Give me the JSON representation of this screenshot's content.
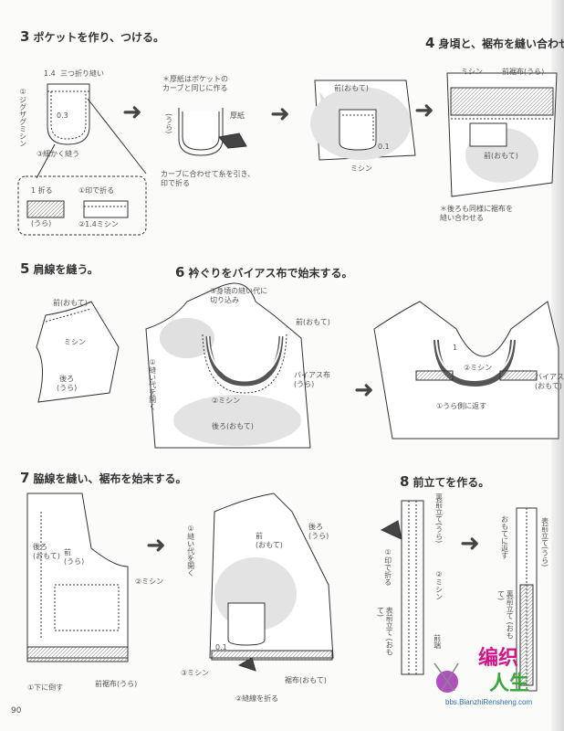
{
  "page_number": "90",
  "steps": [
    {
      "num": "3",
      "title": "ポケットを作り、つける。"
    },
    {
      "num": "4",
      "title": "身頃と、裾布を縫い合わせる"
    },
    {
      "num": "5",
      "title": "肩線を縫う。"
    },
    {
      "num": "6",
      "title": "衿ぐりをバイアス布で始末する。"
    },
    {
      "num": "7",
      "title": "脇線を縫い、裾布を始末する。"
    },
    {
      "num": "8",
      "title": "前立てを作る。"
    }
  ],
  "step3": {
    "fold_three": "三つ折り縫い",
    "dim_14": "1.4",
    "dim_03": "0.3",
    "zigzag": "①ジグザグミシン",
    "fine_sew": "③細かく縫う",
    "cardboard_note": "＊厚紙はポケットの\nカーブと同じに作る",
    "ura": "(うら)",
    "cardboard": "厚紙",
    "pull_thread": "カーブに合わせて糸を引き、\n印で折る",
    "fold_1": "1 折る",
    "fold_mark": "①印で折る",
    "machine_14": "②1.4ミシン",
    "ura2": "(うら)"
  },
  "step3b": {
    "mae": "前(おもて)",
    "dim": "0.1",
    "machine": "ミシン"
  },
  "step4": {
    "machine": "ミシン",
    "hem_ura": "前裾布(うら)",
    "mae": "前(おもて)",
    "note": "＊後ろも同様に裾布を\n縫い合わせる"
  },
  "step5": {
    "mae": "前(おもて)",
    "machine": "ミシン",
    "ushiro": "後ろ\n(うら)"
  },
  "step6": {
    "cut": "③身頃の縫い代に\n切り込み",
    "mae": "前(おもて)",
    "open_seam": "①縫い代を開く",
    "machine": "②ミシン",
    "bias": "バイアス布\n(うら)",
    "ushiro": "後ろ(おもて)",
    "dim": "1",
    "machine2": "②ミシン",
    "turn": "①うら側に返す",
    "bias2": "バイアス布\n(おもて)"
  },
  "step7": {
    "ushiro": "後ろ\n(おもて)",
    "mae": "前\n(うら)",
    "machine2": "②ミシン",
    "down": "①下に倒す",
    "hem": "前裾布(うら)",
    "open_seam": "①縫い代を開く",
    "mae2": "前\n(おもて)",
    "ushiro2": "後ろ\n(うら)",
    "dim": "0.1",
    "machine3": "③ミシン",
    "hem2": "裾布(おもて)",
    "fold_line": "②縫線を折る"
  },
  "step8": {
    "ura_placket": "裏前立て(うら)",
    "fold_mark": "①印で折る",
    "machine": "②ミシン",
    "front_placket": "表前立て\n(おもて)",
    "edge": "前端",
    "turn_front": "おもてに返す",
    "front_ura": "表前立て(うら)",
    "ura_placket2": "裏前立て\n(おもて)"
  },
  "logo": {
    "line1": "编织",
    "line2": "人生",
    "url": "bbs.BianzhiRensheng.com"
  }
}
